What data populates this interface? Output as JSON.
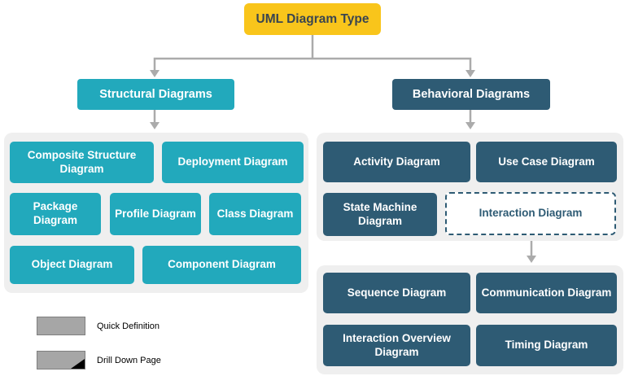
{
  "root": {
    "label": "UML Diagram Type"
  },
  "branches": {
    "structural": {
      "label": "Structural Diagrams",
      "children": [
        {
          "label": "Composite Structure Diagram"
        },
        {
          "label": "Deployment Diagram"
        },
        {
          "label": "Package Diagram"
        },
        {
          "label": "Profile Diagram"
        },
        {
          "label": "Class Diagram"
        },
        {
          "label": "Object Diagram"
        },
        {
          "label": "Component Diagram"
        }
      ]
    },
    "behavioral": {
      "label": "Behavioral Diagrams",
      "children": [
        {
          "label": "Activity Diagram"
        },
        {
          "label": "Use Case Diagram"
        },
        {
          "label": "State Machine Diagram"
        },
        {
          "label": "Interaction Diagram",
          "style": "dashed-outline"
        }
      ],
      "interaction_children": [
        {
          "label": "Sequence Diagram"
        },
        {
          "label": "Communication Diagram"
        },
        {
          "label": "Interaction Overview Diagram"
        },
        {
          "label": "Timing Diagram"
        }
      ]
    }
  },
  "legend": {
    "items": [
      {
        "label": "Quick Definition",
        "marker": "plain-gray-box"
      },
      {
        "label": "Drill Down Page",
        "marker": "gray-box-black-corner"
      }
    ]
  },
  "colors": {
    "root_bg": "#f9c51b",
    "root_text": "#3a4550",
    "structural_accent": "#22a9bc",
    "behavioral_accent": "#2e5b74",
    "group_bg": "#efefef",
    "connector": "#ababab",
    "legend_swatch": "#a6a6a6",
    "legend_swatch_border": "#7f7f7f"
  }
}
